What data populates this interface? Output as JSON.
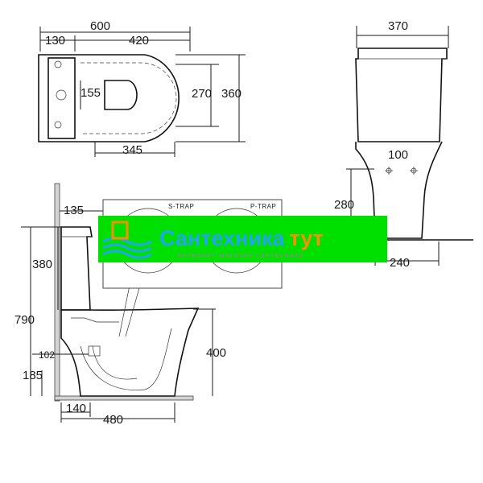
{
  "top_view": {
    "width_total": "600",
    "left_part": "130",
    "right_part": "420",
    "inner_width": "155",
    "bowl_height": "270",
    "total_height": "360",
    "seat_length": "345"
  },
  "side_view": {
    "width": "370",
    "foot_width": "100",
    "trap_height": "280",
    "foot_depth": "240"
  },
  "front_view": {
    "wall_offset": "135",
    "cistern_height": "380",
    "outlet_dim": "185",
    "trap_dim": "140",
    "total_height": "790",
    "bowl_height": "400",
    "inlet_height": "102",
    "base_height": "185",
    "bottom_offset": "140",
    "depth": "480"
  },
  "inset": {
    "s_trap_label": "S-TRAP",
    "p_trap_label": "P-TRAP"
  },
  "watermark": {
    "brand_main": "Сантехника",
    "brand_accent": "тут",
    "tagline": "интернет-магазин сантехники",
    "colors": {
      "green": "#00e000",
      "blue": "#1fa6ee",
      "orange": "#f39200"
    }
  }
}
